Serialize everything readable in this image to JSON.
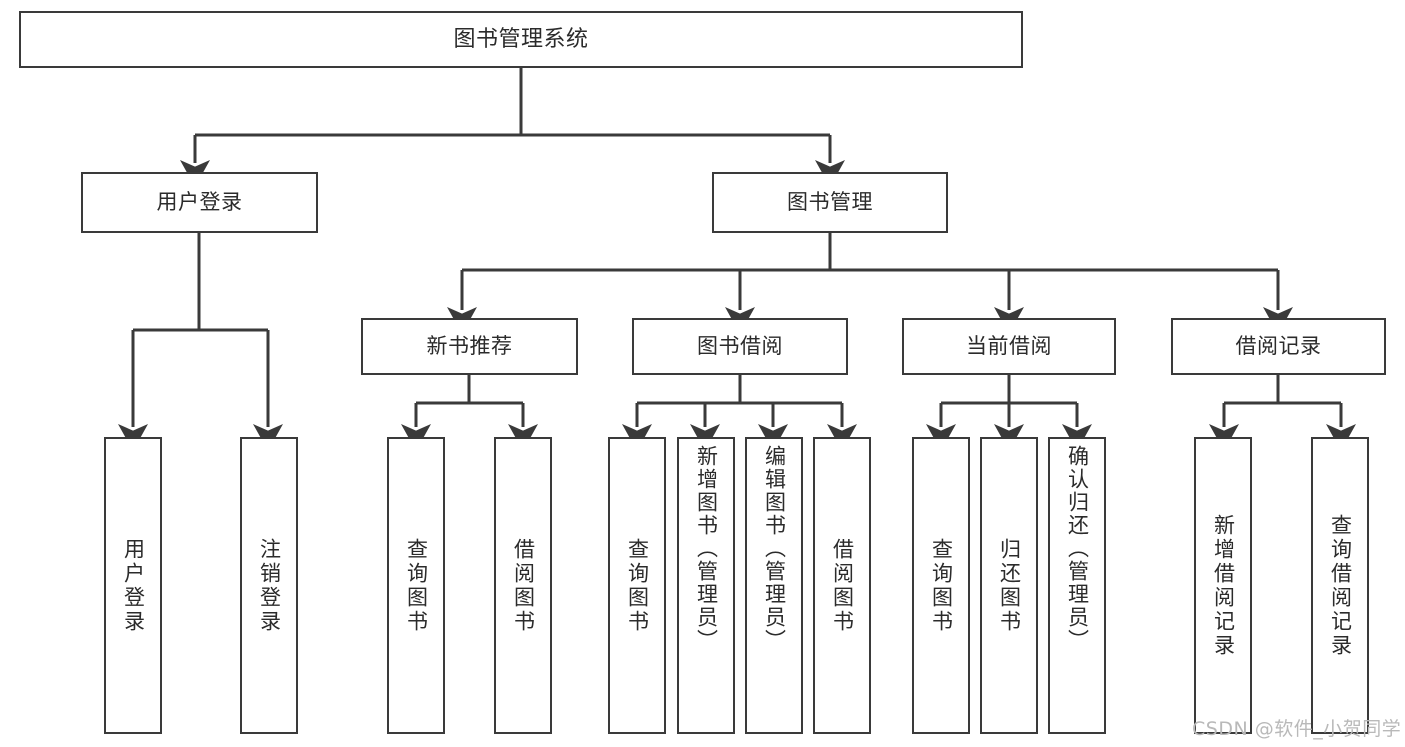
{
  "diagram": {
    "title": "图书管理系统",
    "watermark": "CSDN @软件_小贺同学",
    "stroke_color": "#3a3a3a",
    "text_color": "#2b2b2b",
    "background_color": "#ffffff",
    "root": {
      "id": "root",
      "label": "图书管理系统"
    },
    "level2": [
      {
        "id": "login",
        "label": "用户登录"
      },
      {
        "id": "bookmgmt",
        "label": "图书管理"
      }
    ],
    "level3": [
      {
        "id": "newbook",
        "label": "新书推荐"
      },
      {
        "id": "borrow",
        "label": "图书借阅"
      },
      {
        "id": "current",
        "label": "当前借阅"
      },
      {
        "id": "records",
        "label": "借阅记录"
      }
    ],
    "leaves": {
      "login": [
        {
          "id": "leaf-user-login",
          "label": "用户登录"
        },
        {
          "id": "leaf-logout",
          "label": "注销登录"
        }
      ],
      "newbook": [
        {
          "id": "leaf-query-book-1",
          "label": "查询图书"
        },
        {
          "id": "leaf-borrow-book-1",
          "label": "借阅图书"
        }
      ],
      "borrow": [
        {
          "id": "leaf-query-book-2",
          "label": "查询图书"
        },
        {
          "id": "leaf-add-book",
          "label": "新增图书（管理员）"
        },
        {
          "id": "leaf-edit-book",
          "label": "编辑图书（管理员）"
        },
        {
          "id": "leaf-borrow-book-2",
          "label": "借阅图书"
        }
      ],
      "current": [
        {
          "id": "leaf-query-book-3",
          "label": "查询图书"
        },
        {
          "id": "leaf-return-book",
          "label": "归还图书"
        },
        {
          "id": "leaf-confirm-return",
          "label": "确认归还（管理员）"
        }
      ],
      "records": [
        {
          "id": "leaf-add-record",
          "label": "新增借阅记录"
        },
        {
          "id": "leaf-query-record",
          "label": "查询借阅记录"
        }
      ]
    }
  }
}
